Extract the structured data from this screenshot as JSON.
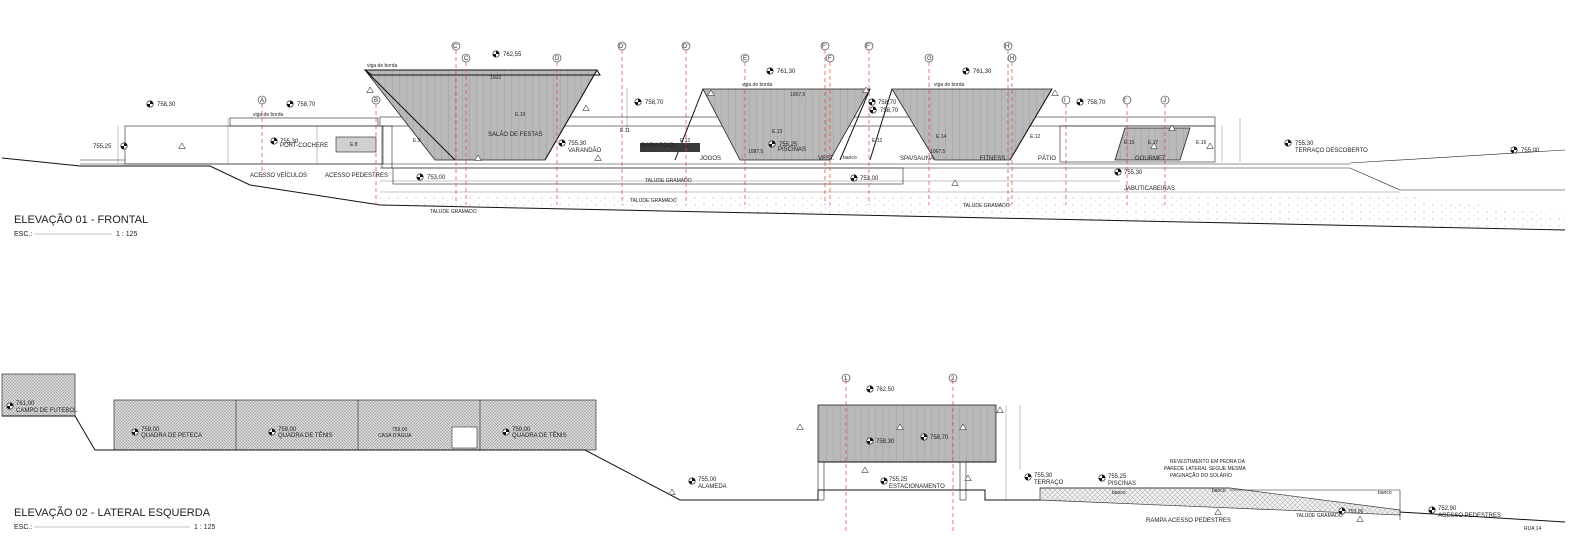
{
  "elevation1": {
    "title": "ELEVAÇÃO 01 - FRONTAL",
    "scale_label": "ESC.:",
    "scale_value": "1 : 125",
    "grid_labels": [
      "A",
      "B",
      "C'",
      "C",
      "D",
      "D'",
      "D'",
      "E",
      "F'",
      "F",
      "F'",
      "G",
      "H'",
      "H",
      "I",
      "I'",
      "J"
    ],
    "levels": [
      "758,30",
      "758,70",
      "755,25",
      "755,30",
      "762,55",
      "758,70",
      "761,30",
      "758,70",
      "758,70",
      "761,30",
      "758,70",
      "755,30",
      "755,25",
      "755,30",
      "753,00",
      "753,00",
      "755,30",
      "755,00"
    ],
    "rooms": [
      "PORT-COCHERE",
      "SALÃO DE FESTAS",
      "VARANDÃO",
      "BAR/APOIO",
      "JOGOS",
      "PISCINAS",
      "VEST.",
      "SPA/SAUNA",
      "FITNESS",
      "PÁTIO",
      "GOURMET",
      "TERRAÇO DESCOBERTO",
      "JABUTICABEIRAS"
    ],
    "access_labels": [
      "ACESSO VEÍCULOS",
      "ACESSO PEDESTRES"
    ],
    "ground_labels": [
      "TALUDE GRAMADO",
      "TALUDE GRAMADO",
      "TALUDE GRAMADO",
      "TALUDE GRAMADO"
    ],
    "beam_labels": [
      "viga de borda",
      "viga de borda",
      "viga de borda",
      "viga de borda"
    ],
    "element_tags": [
      "E.8",
      "E.9",
      "E.10",
      "E.11",
      "E.12",
      "E.13",
      "E.12",
      "E.14",
      "E.12",
      "E.15",
      "E.17",
      "E.16"
    ],
    "small_labels": [
      "banco",
      "1502",
      "1067,5",
      "1087,5",
      "1067,5"
    ]
  },
  "elevation2": {
    "title": "ELEVAÇÃO 02 - LATERAL ESQUERDA",
    "scale_label": "ESC.:",
    "scale_value": "1 : 125",
    "grid_labels": [
      "1",
      "2"
    ],
    "levels": [
      "761,00",
      "759,00",
      "759,00",
      "759,00",
      "759,00",
      "762,50",
      "758,30",
      "758,70",
      "755,25",
      "755,00",
      "755,30",
      "755,25",
      "753,00",
      "752,90"
    ],
    "places": [
      "CAMPO DE FUTEBOL",
      "QUADRA DE PETECA",
      "QUADRA DE TÊNIS",
      "CASA D'ÁGUA",
      "QUADRA DE TÊNIS",
      "ALAMEDA",
      "ESTACIONAMENTO",
      "TERRAÇO",
      "PISCINAS",
      "ACESSO PEDESTRES",
      "RAMPA ACESSO PEDESTRES",
      "TALUDE GRAMADO",
      "RUA 14"
    ],
    "note_lines": [
      "REVESTIMENTO EM PEDRA DA",
      "PAREDE LATERAL SEGUE MESMA",
      "PAGINAÇÃO DO SOLÁRIO"
    ],
    "small_labels": [
      "banco",
      "banco",
      "banco"
    ]
  }
}
